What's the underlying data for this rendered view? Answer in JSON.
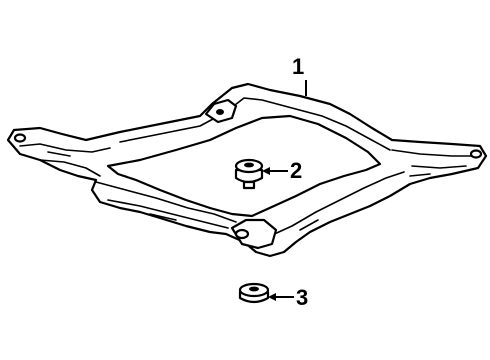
{
  "callouts": [
    {
      "number": "1",
      "part": "crossmember-frame"
    },
    {
      "number": "2",
      "part": "upper-mount-insulator"
    },
    {
      "number": "3",
      "part": "lower-mount-insulator"
    }
  ],
  "colors": {
    "line": "#000000",
    "background": "#ffffff"
  }
}
